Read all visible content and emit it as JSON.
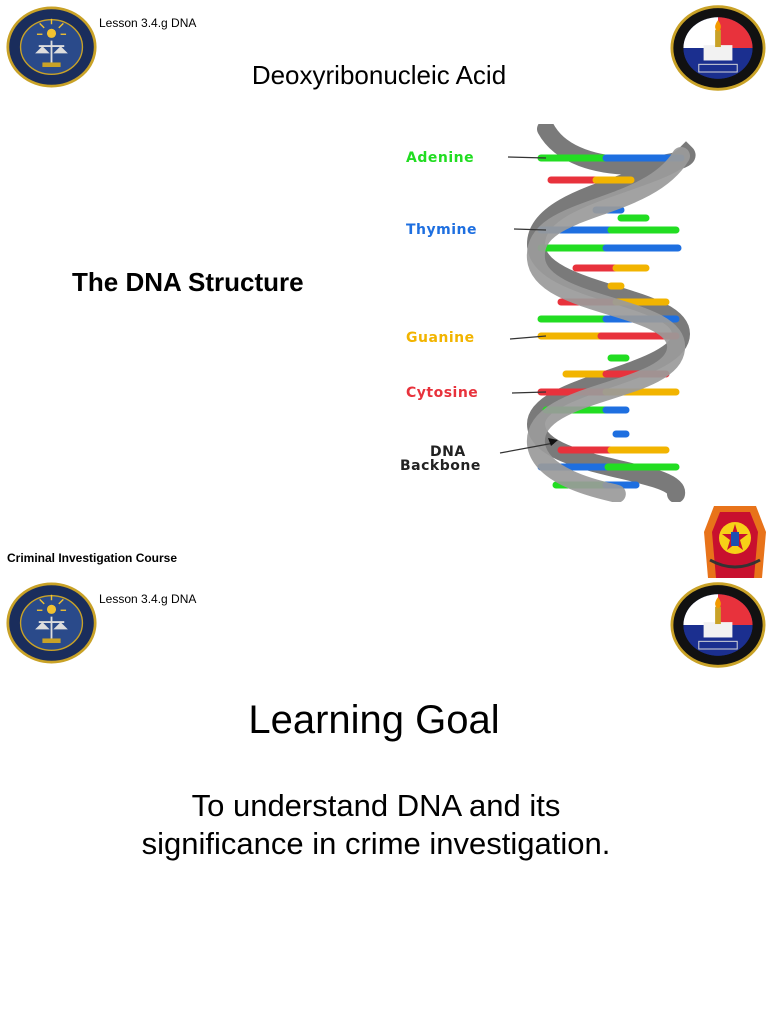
{
  "slide1": {
    "lesson": "Lesson 3.4.g DNA",
    "title": "Deoxyribonucleic Acid",
    "heading": "The DNA Structure",
    "footer": "Criminal Investigation Course",
    "diagram_labels": {
      "adenine": "Adenine",
      "thymine": "Thymine",
      "guanine": "Guanine",
      "cytosine": "Cytosine",
      "backbone_line1": "DNA",
      "backbone_line2": "Backbone"
    }
  },
  "slide2": {
    "lesson": "Lesson 3.4.g DNA",
    "title": "Learning Goal",
    "goal_line1": "To understand DNA and its",
    "goal_line2": "significance in crime investigation."
  },
  "colors": {
    "adenine": "#22dd22",
    "thymine": "#1e6fe0",
    "guanine": "#f2b400",
    "cytosine": "#e8323c",
    "backbone": "#8a8a8a",
    "seal_navy": "#1a2d5c",
    "seal_gold": "#c9a227"
  },
  "icons": [
    "cidg-seal-icon",
    "pnp-academy-seal-icon",
    "pnp-logo-icon"
  ]
}
